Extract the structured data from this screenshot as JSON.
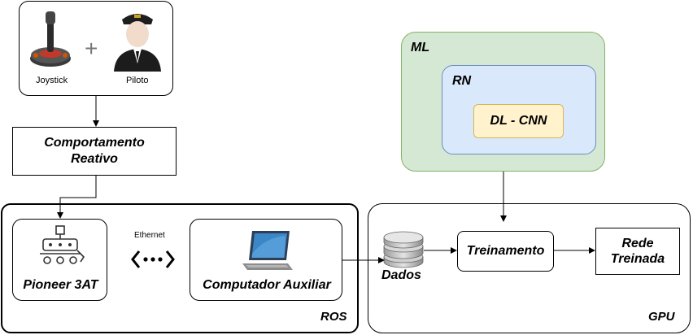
{
  "input_box": {
    "joystick_label": "Joystick",
    "plus": "+",
    "pilot_label": "Piloto"
  },
  "reactive_box": {
    "line1": "Comportamento",
    "line2": "Reativo"
  },
  "ros_group": {
    "label": "ROS",
    "pioneer_label": "Pioneer 3AT",
    "ethernet_label": "Ethernet",
    "aux_computer_label": "Computador Auxiliar"
  },
  "ml_group": {
    "ml_label": "ML",
    "rn_label": "RN",
    "dl_label": "DL - CNN",
    "colors": {
      "ml_fill": "#d5e8d4",
      "ml_stroke": "#82b366",
      "rn_fill": "#dae8fc",
      "rn_stroke": "#6c8ebf",
      "dl_fill": "#fff2cc",
      "dl_stroke": "#d6b656"
    }
  },
  "gpu_group": {
    "label": "GPU",
    "data_label": "Dados",
    "training_label": "Treinamento",
    "trained_line1": "Rede",
    "trained_line2": "Treinada"
  }
}
